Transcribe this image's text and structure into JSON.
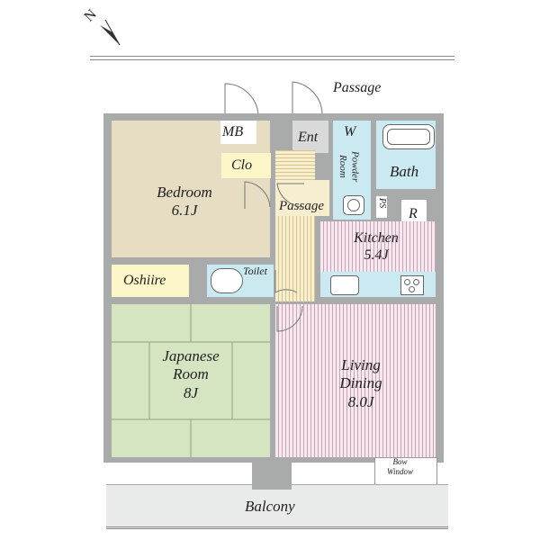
{
  "compass": {
    "label": "N"
  },
  "labels": {
    "passage_top": "Passage",
    "mb": "MB",
    "ent": "Ent",
    "w": "W",
    "powder_room": "Powder\nRoom",
    "bath": "Bath",
    "clo": "Clo",
    "bedroom": "Bedroom\n6.1J",
    "passage_inner": "Passage",
    "ps": "PS",
    "r": "R",
    "kitchen": "Kitchen\n5.4J",
    "oshiire": "Oshiire",
    "toilet": "Toilet",
    "japanese_room": "Japanese\nRoom\n8J",
    "living_dining": "Living\nDining\n8.0J",
    "bow_window": "Bow\nWindow",
    "balcony": "Balcony"
  },
  "colors": {
    "bedroom": "#e6ddc3",
    "japanese_room": "#d5e5c2",
    "closet": "#fdf6c9",
    "water": "#cbe9f1",
    "wall": "#a9aaaa",
    "balcony": "#e9ebea"
  }
}
